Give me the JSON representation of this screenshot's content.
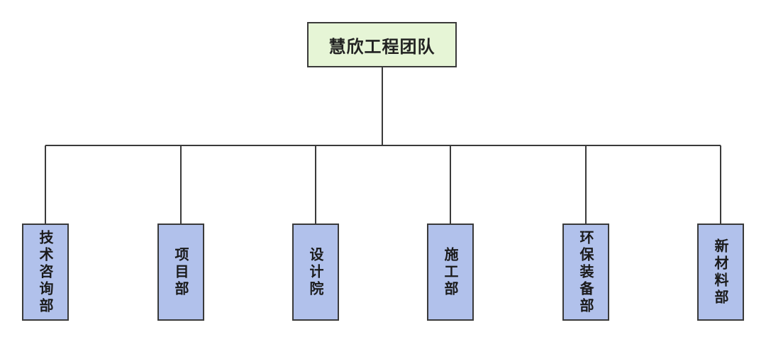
{
  "root": {
    "label": "慧欣工程团队"
  },
  "departments": [
    {
      "label": "技术咨询部"
    },
    {
      "label": "项目部"
    },
    {
      "label": "设计院"
    },
    {
      "label": "施工部"
    },
    {
      "label": "环保装备部"
    },
    {
      "label": "新材料部"
    }
  ],
  "colors": {
    "root_fill": "#e6f5d6",
    "dept_fill": "#b1c1eb",
    "border": "#3a3a3a",
    "connector": "#3a3a3a",
    "background": "#ffffff"
  }
}
